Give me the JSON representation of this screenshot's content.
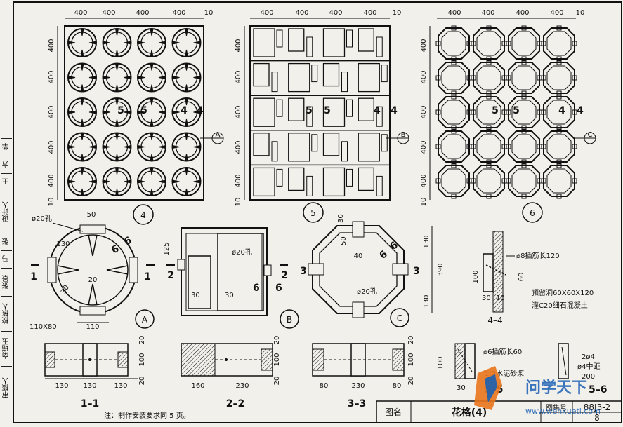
{
  "side_labels": [
    "审核人",
    "南瑞玉",
    "校核人",
    "张景",
    "马",
    "张",
    "设计人",
    "王",
    "方",
    "华"
  ],
  "panels": {
    "p4": {
      "top_dims": [
        "400",
        "400",
        "400",
        "400",
        "10"
      ],
      "left_dims": [
        "400",
        "400",
        "400",
        "400",
        "400",
        "10"
      ],
      "section_labels": [
        "5",
        "5",
        "4",
        "4"
      ],
      "detail_ref": "A",
      "label": "4"
    },
    "p5": {
      "top_dims": [
        "400",
        "400",
        "400",
        "400",
        "10"
      ],
      "left_dims": [
        "400",
        "400",
        "400",
        "400",
        "400",
        "10"
      ],
      "section_labels": [
        "5",
        "5",
        "4",
        "4"
      ],
      "detail_ref": "B",
      "label": "5"
    },
    "p6": {
      "top_dims": [
        "400",
        "400",
        "400",
        "400",
        "10"
      ],
      "left_dims": [
        "400",
        "400",
        "400",
        "400",
        "400",
        "10"
      ],
      "section_labels": [
        "5",
        "5",
        "4",
        "4"
      ],
      "detail_ref": "C",
      "label": "6"
    }
  },
  "details": {
    "A": {
      "label": "A",
      "hole": "ø20孔",
      "d50": "50",
      "d130": "130",
      "d20": "20",
      "d30": "30",
      "size": "110X80",
      "d110": "110",
      "cut": "1",
      "ref6": "6"
    },
    "B": {
      "label": "B",
      "hole": "ø20孔",
      "d125": "125",
      "d30a": "30",
      "d30b": "30",
      "cut": "2",
      "ref6": "6"
    },
    "C": {
      "label": "C",
      "hole": "ø20孔",
      "d30": "30",
      "d50": "50",
      "d40": "40",
      "cut": "3",
      "ref6": "6"
    }
  },
  "side_dims": [
    "130",
    "390",
    "130"
  ],
  "section44": {
    "label": "4–4",
    "bar": "ø8插筋长120",
    "d100": "100",
    "d60": "60",
    "d30": "30",
    "d10": "10",
    "note1": "预留洞60X60X120",
    "note2": "灌C20细石混凝土"
  },
  "sections": {
    "s11": {
      "label": "1–1",
      "dims": [
        "130",
        "130",
        "130"
      ],
      "side": [
        "20",
        "100",
        "20"
      ]
    },
    "s22": {
      "label": "2–2",
      "dims": [
        "160",
        "230"
      ],
      "side": [
        "20",
        "100",
        "20"
      ]
    },
    "s33": {
      "label": "3–3",
      "dims": [
        "80",
        "230",
        "80"
      ],
      "side": [
        "20",
        "100",
        "20"
      ]
    }
  },
  "section55": {
    "label": "5–5",
    "bar": "ø6插筋长60",
    "mortar": "1:2水泥砂浆",
    "d100": "100",
    "d30": "30"
  },
  "section66": {
    "label": "5–6",
    "r1": "2ø4",
    "r2": "ø4中距",
    "r3": "200"
  },
  "note": "注：制作安装要求同 5 页。",
  "title_block": {
    "label_drawing": "图名",
    "title": "花格(4)",
    "label_atlas": "图集号",
    "atlas": "88J3-2",
    "page": "8"
  },
  "watermark": {
    "brand": "问学天下",
    "url": "www.wenxuetl.com"
  }
}
